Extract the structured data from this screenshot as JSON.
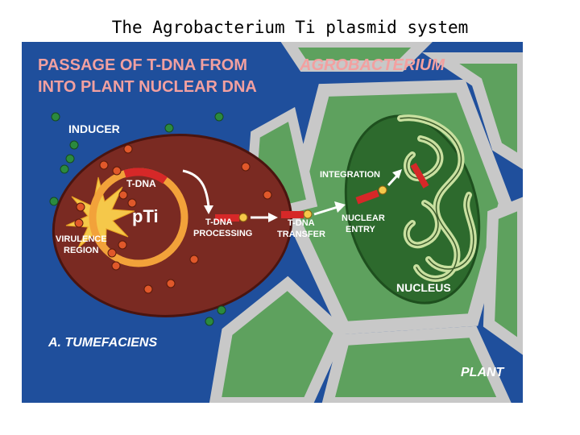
{
  "slide": {
    "title": "The Agrobacterium Ti plasmid system"
  },
  "diagram": {
    "heading_line1_a": "PASSAGE OF T-DNA FROM ",
    "heading_line1_b": "AGROBACTERIUM",
    "heading_line2": "INTO PLANT NUCLEAR DNA",
    "labels": {
      "inducer": "INDUCER",
      "t_dna": "T-DNA",
      "pti": "pTi",
      "virulence_line1": "VIRULENCE",
      "virulence_line2": "REGION",
      "processing_line1": "T-DNA",
      "processing_line2": "PROCESSING",
      "transfer_line1": "T-DNA",
      "transfer_line2": "TRANSFER",
      "nuclear_entry_line1": "NUCLEAR",
      "nuclear_entry_line2": "ENTRY",
      "integration": "INTEGRATION",
      "nucleus": "NUCLEUS",
      "bacterium": "A. TUMEFACIENS",
      "plant": "PLANT"
    },
    "colors": {
      "background": "#1f4f9c",
      "bacterium_fill": "#7a2a22",
      "plant_cell": "#5ea15e",
      "cell_wall": "#c8c8c8",
      "nucleus": "#2d6a2d",
      "chromatin": "#c9e0a0",
      "t_dna": "#d62828",
      "plasmid_ring": "#f2a23a",
      "heading_highlight": "#f2a0a0"
    }
  }
}
